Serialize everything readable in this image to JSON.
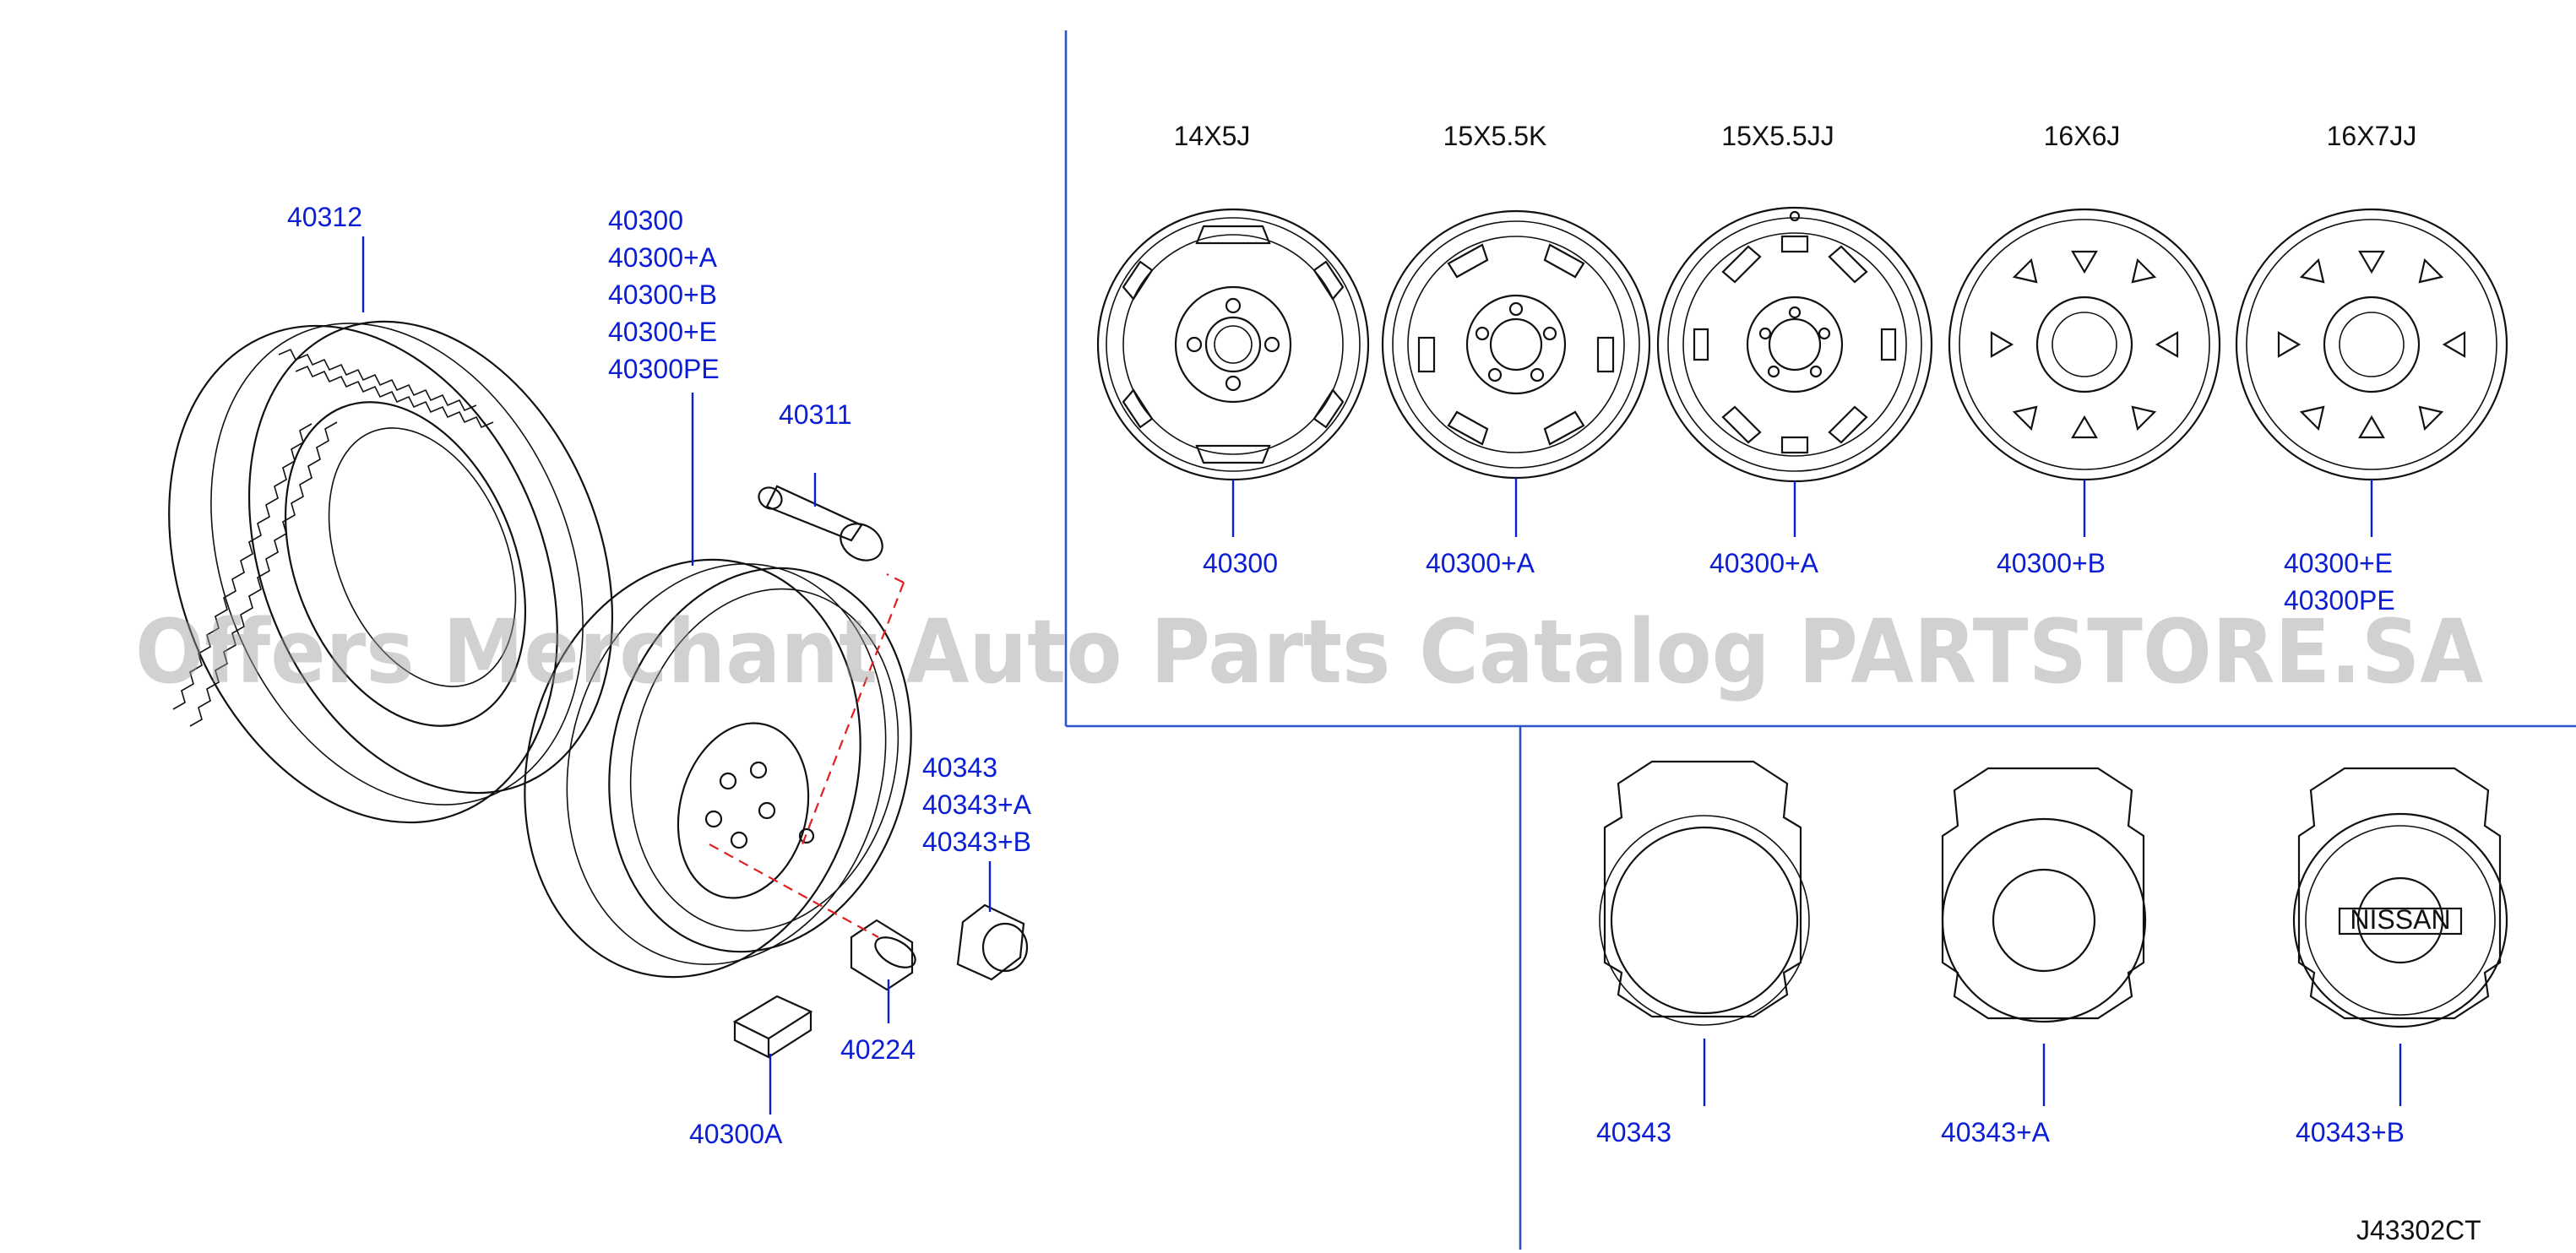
{
  "diagram": {
    "code": "J43302CT",
    "watermark": "Offers Merchant Auto Parts Catalog PARTSTORE.SA",
    "wheel_sizes": [
      "14X5J",
      "15X5.5K",
      "15X5.5JJ",
      "16X6J",
      "16X7JJ"
    ],
    "wheel_labels": [
      "40300",
      "40300+A",
      "40300+A",
      "40300+B",
      "40300+E",
      "40300PE"
    ],
    "left_labels": {
      "tire": "40312",
      "wheel_list": [
        "40300",
        "40300+A",
        "40300+B",
        "40300+E",
        "40300PE"
      ],
      "valve": "40311",
      "cap_list": [
        "40343",
        "40343+A",
        "40343+B"
      ],
      "nut": "40224",
      "weight": "40300A"
    },
    "caps": [
      "40343",
      "40343+A",
      "40343+B"
    ],
    "emblem": "NISSAN"
  }
}
